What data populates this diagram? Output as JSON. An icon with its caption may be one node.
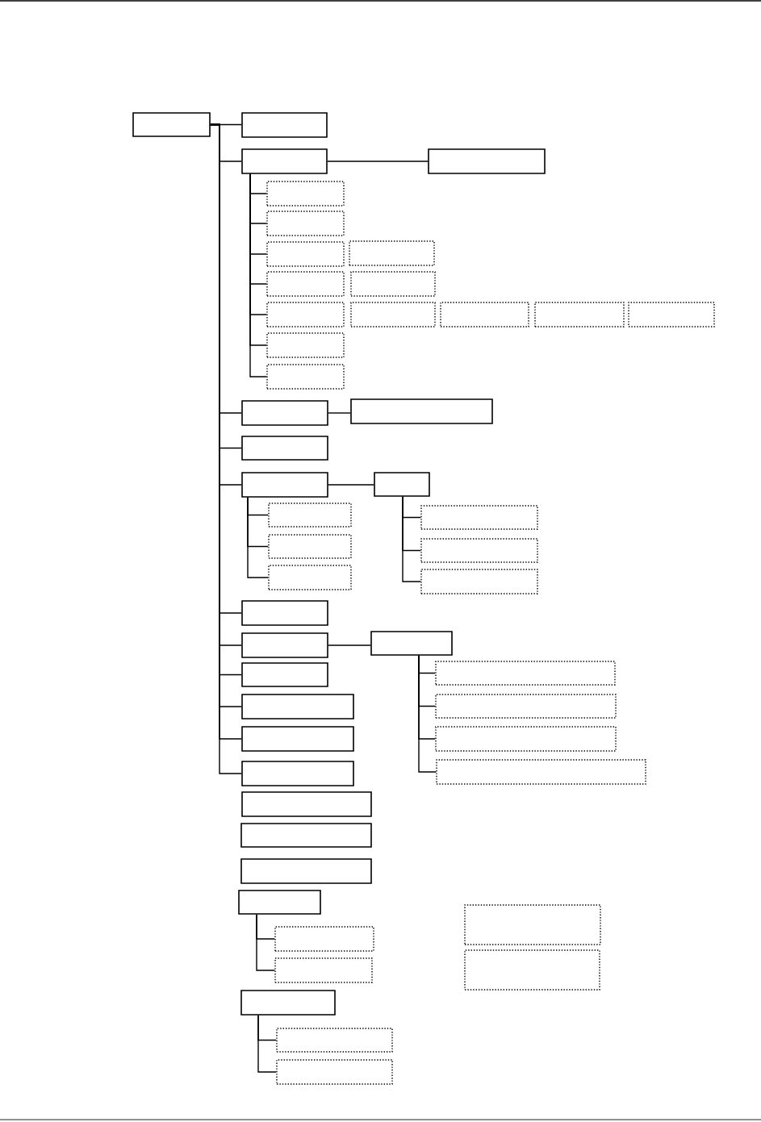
{
  "diagram": {
    "nodes": [
      {
        "text": [],
        "shape": "box"
      },
      {
        "text": [],
        "shape": "box"
      },
      {
        "text": [],
        "shape": "box"
      },
      {
        "text": [],
        "shape": "box"
      },
      {
        "text": [],
        "shape": "box"
      },
      {
        "text": [],
        "shape": "box"
      },
      {
        "text": [],
        "shape": "box"
      },
      {
        "text": [],
        "shape": "box"
      },
      {
        "text": [],
        "shape": "box"
      },
      {
        "text": [],
        "shape": "box"
      },
      {
        "text": [],
        "shape": "box"
      },
      {
        "text": [],
        "shape": "box"
      },
      {
        "text": [],
        "shape": "box"
      },
      {
        "text": [],
        "shape": "box"
      },
      {
        "text": [],
        "shape": "box"
      },
      {
        "text": [],
        "shape": "box"
      },
      {
        "text": [],
        "shape": "box"
      },
      {
        "text": [],
        "shape": "box"
      },
      {
        "text": [],
        "shape": "box"
      },
      {
        "text": [],
        "shape": "box"
      },
      {
        "text": [],
        "shape": "box"
      },
      {
        "text": [],
        "shape": "box"
      },
      {
        "text": [],
        "shape": "box"
      },
      {
        "text": [],
        "shape": "box"
      },
      {
        "text": [],
        "shape": "box"
      },
      {
        "text": [],
        "shape": "box"
      },
      {
        "text": [],
        "shape": "box"
      },
      {
        "text": [],
        "shape": "box"
      },
      {
        "text": [],
        "shape": "box"
      },
      {
        "text": [],
        "shape": "box"
      },
      {
        "text": [],
        "shape": "box"
      },
      {
        "text": [],
        "shape": "box"
      },
      {
        "text": [],
        "shape": "box"
      },
      {
        "text": [],
        "shape": "box"
      },
      {
        "text": [],
        "shape": "box"
      },
      {
        "text": [],
        "shape": "box"
      },
      {
        "text": [],
        "shape": "box"
      },
      {
        "text": [],
        "shape": "box"
      },
      {
        "text": [],
        "shape": "box"
      },
      {
        "text": [],
        "shape": "box"
      },
      {
        "text": [],
        "shape": "box"
      },
      {
        "text": [],
        "shape": "box"
      },
      {
        "text": [],
        "shape": "box"
      },
      {
        "text": [],
        "shape": "box"
      },
      {
        "text": [],
        "shape": "box"
      },
      {
        "text": [],
        "shape": "box"
      },
      {
        "text": [],
        "shape": "box"
      },
      {
        "text": [],
        "shape": "box"
      },
      {
        "text": [],
        "shape": "box"
      },
      {
        "text": [],
        "shape": "box"
      }
    ],
    "edges": [
      {
        "from": 0,
        "to": 1,
        "arrow": "none"
      },
      {
        "from": 0,
        "to": 2,
        "arrow": "none"
      },
      {
        "from": 2,
        "to": 3,
        "arrow": "none"
      },
      {
        "from": 2,
        "to": 4,
        "arrow": "none"
      },
      {
        "from": 2,
        "to": 5,
        "arrow": "none"
      },
      {
        "from": 2,
        "to": 6,
        "arrow": "none"
      },
      {
        "from": 2,
        "to": 8,
        "arrow": "none"
      },
      {
        "from": 2,
        "to": 10,
        "arrow": "none"
      },
      {
        "from": 2,
        "to": 15,
        "arrow": "none"
      },
      {
        "from": 2,
        "to": 16,
        "arrow": "none"
      },
      {
        "from": 0,
        "to": 17,
        "arrow": "none"
      },
      {
        "from": 17,
        "to": 18,
        "arrow": "none"
      },
      {
        "from": 0,
        "to": 19,
        "arrow": "none"
      },
      {
        "from": 0,
        "to": 20,
        "arrow": "none"
      },
      {
        "from": 20,
        "to": 21,
        "arrow": "none"
      },
      {
        "from": 20,
        "to": 22,
        "arrow": "none"
      },
      {
        "from": 20,
        "to": 23,
        "arrow": "none"
      },
      {
        "from": 20,
        "to": 24,
        "arrow": "none"
      },
      {
        "from": 21,
        "to": 25,
        "arrow": "none"
      },
      {
        "from": 21,
        "to": 26,
        "arrow": "none"
      },
      {
        "from": 21,
        "to": 27,
        "arrow": "none"
      },
      {
        "from": 0,
        "to": 28,
        "arrow": "none"
      },
      {
        "from": 0,
        "to": 29,
        "arrow": "none"
      },
      {
        "from": 29,
        "to": 30,
        "arrow": "none"
      },
      {
        "from": 0,
        "to": 31,
        "arrow": "none"
      },
      {
        "from": 0,
        "to": 32,
        "arrow": "none"
      },
      {
        "from": 0,
        "to": 33,
        "arrow": "none"
      },
      {
        "from": 0,
        "to": 34,
        "arrow": "none"
      },
      {
        "from": 30,
        "to": 35,
        "arrow": "none"
      },
      {
        "from": 30,
        "to": 36,
        "arrow": "none"
      },
      {
        "from": 30,
        "to": 37,
        "arrow": "none"
      },
      {
        "from": 30,
        "to": 38,
        "arrow": "none"
      },
      {
        "from": 42,
        "to": 43,
        "arrow": "none"
      },
      {
        "from": 42,
        "to": 44,
        "arrow": "none"
      },
      {
        "from": 47,
        "to": 48,
        "arrow": "none"
      },
      {
        "from": 47,
        "to": 49,
        "arrow": "none"
      }
    ]
  }
}
